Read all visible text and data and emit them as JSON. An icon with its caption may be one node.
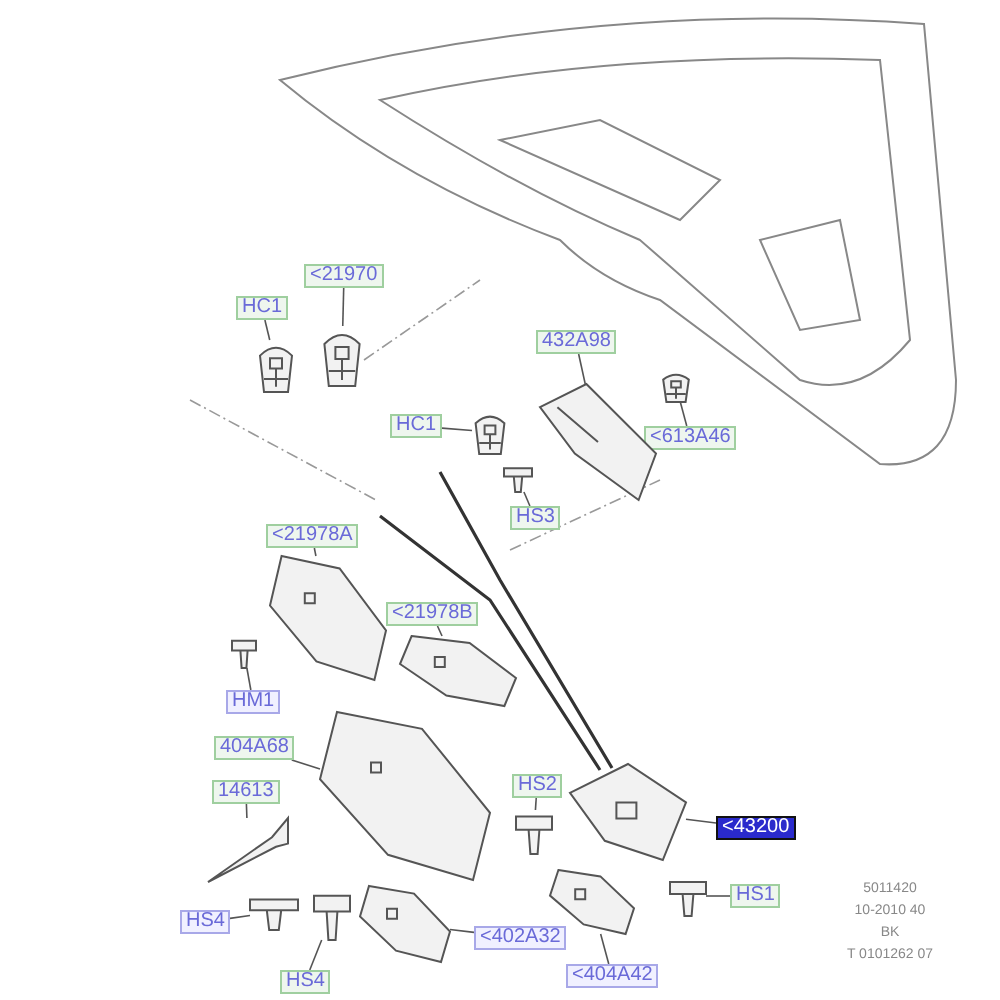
{
  "diagram": {
    "nodes": [
      {
        "text": [
          "HC1"
        ]
      },
      {
        "text": [
          "<21970"
        ]
      },
      {
        "text": [
          "432A98"
        ]
      },
      {
        "text": [
          "HC1"
        ]
      },
      {
        "text": [
          "<613A46"
        ]
      },
      {
        "text": [
          "HS3"
        ]
      },
      {
        "text": [
          "<21978A"
        ]
      },
      {
        "text": [
          "<21978B"
        ]
      },
      {
        "text": [
          "HM1"
        ]
      },
      {
        "text": [
          "404A68"
        ]
      },
      {
        "text": [
          "14613"
        ]
      },
      {
        "text": [
          "HS2"
        ]
      },
      {
        "text": [
          "<43200"
        ]
      },
      {
        "text": [
          "HS1"
        ]
      },
      {
        "text": [
          "HS4"
        ]
      },
      {
        "text": [
          "HS4"
        ]
      },
      {
        "text": [
          "<402A32"
        ]
      },
      {
        "text": [
          "<404A42"
        ]
      },
      {
        "text": [],
        "shape": "picture"
      },
      {
        "text": [],
        "shape": "picture"
      },
      {
        "text": [],
        "shape": "picture"
      },
      {
        "text": [],
        "shape": "picture"
      },
      {
        "text": [],
        "shape": "picture"
      },
      {
        "text": [],
        "shape": "picture"
      },
      {
        "text": [],
        "shape": "picture"
      },
      {
        "text": [],
        "shape": "picture"
      },
      {
        "text": [],
        "shape": "picture"
      },
      {
        "text": [],
        "shape": "picture"
      },
      {
        "text": [],
        "shape": "picture"
      },
      {
        "text": [],
        "shape": "picture"
      },
      {
        "text": [],
        "shape": "picture"
      },
      {
        "text": [],
        "shape": "picture"
      },
      {
        "text": [],
        "shape": "picture"
      },
      {
        "text": [],
        "shape": "picture"
      },
      {
        "text": [],
        "shape": "picture"
      },
      {
        "text": [],
        "shape": "picture"
      }
    ],
    "edges": [
      {
        "from": 0,
        "to": 18,
        "arrow": "none"
      },
      {
        "from": 1,
        "to": 19,
        "arrow": "none"
      },
      {
        "from": 2,
        "to": 20,
        "arrow": "none"
      },
      {
        "from": 3,
        "to": 21,
        "arrow": "none"
      },
      {
        "from": 4,
        "to": 22,
        "arrow": "none"
      },
      {
        "from": 5,
        "to": 23,
        "arrow": "none"
      },
      {
        "from": 6,
        "to": 24,
        "arrow": "none"
      },
      {
        "from": 7,
        "to": 25,
        "arrow": "none"
      },
      {
        "from": 8,
        "to": 26,
        "arrow": "none"
      },
      {
        "from": 9,
        "to": 27,
        "arrow": "none"
      },
      {
        "from": 10,
        "to": 28,
        "arrow": "none"
      },
      {
        "from": 11,
        "to": 29,
        "arrow": "none"
      },
      {
        "from": 12,
        "to": 30,
        "arrow": "none"
      },
      {
        "from": 13,
        "to": 31,
        "arrow": "none"
      },
      {
        "from": 14,
        "to": 32,
        "arrow": "none"
      },
      {
        "from": 15,
        "to": 33,
        "arrow": "none"
      },
      {
        "from": 16,
        "to": 34,
        "arrow": "none"
      },
      {
        "from": 17,
        "to": 35,
        "arrow": "none"
      }
    ],
    "labels": [
      "5011420",
      "10-2010 40",
      "BK",
      "T 0101262 07"
    ]
  }
}
